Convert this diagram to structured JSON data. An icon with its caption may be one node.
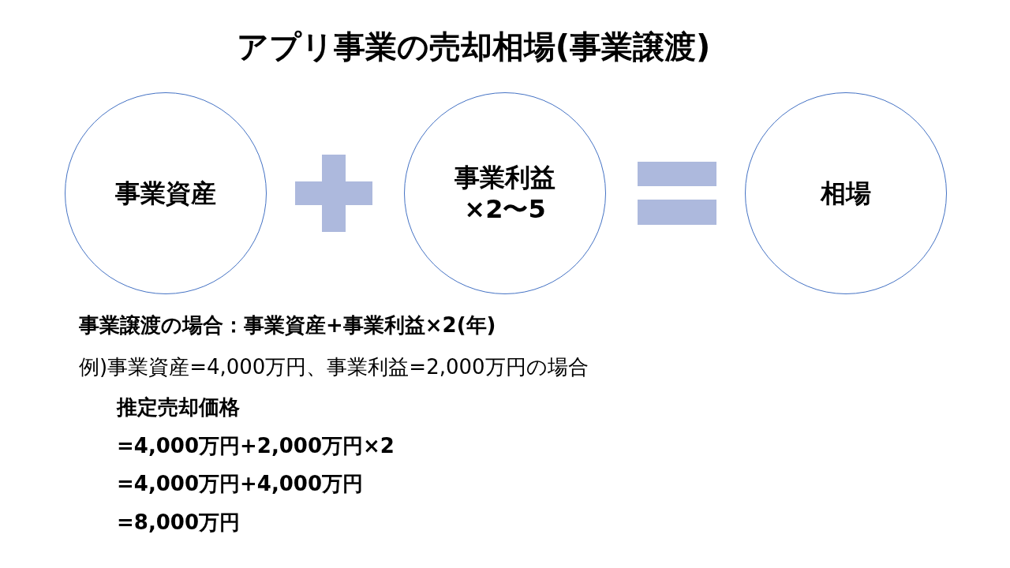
{
  "diagram": {
    "title": "アプリ事業の売却相場(事業譲渡)",
    "nodes": [
      {
        "text": [
          "事業資産"
        ]
      },
      {
        "text": [
          "事業利益×2〜5"
        ]
      },
      {
        "text": [
          "相場"
        ]
      }
    ],
    "labels": [
      "事業譲渡の場合：事業資産+事業利益×2(年)",
      "例)事業資産=4,000万円、事業利益=2,000万円の場合",
      "推定売却価格",
      "=4,000万円+2,000万円×2",
      "=4,000万円+4,000万円",
      "=8,000万円"
    ]
  }
}
